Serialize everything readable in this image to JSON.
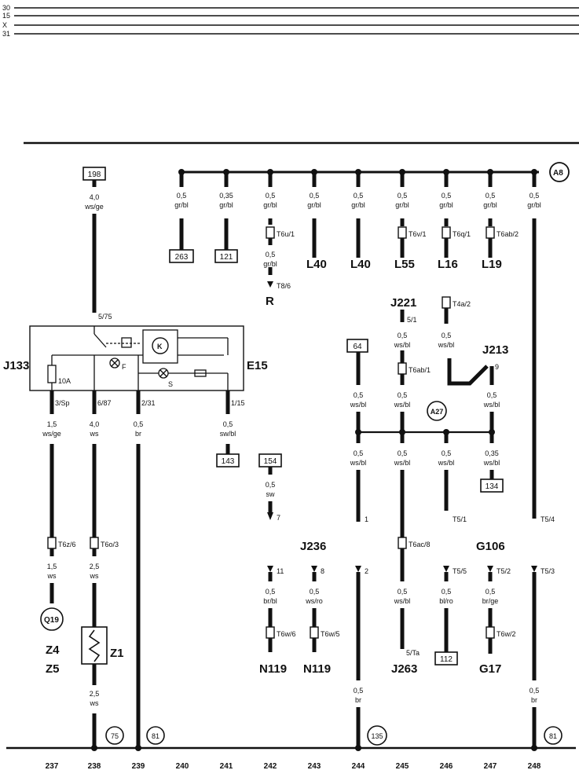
{
  "rail_labels": [
    "30",
    "15",
    "X",
    "31"
  ],
  "terminal_boxes": {
    "t198": "198",
    "t263": "263",
    "t121": "121",
    "t64": "64",
    "t143": "143",
    "t154": "154",
    "t134": "134",
    "t112": "112"
  },
  "circle_labels": {
    "a8": "A8",
    "a27": "A27",
    "q19": "Q19",
    "c75": "75",
    "c81a": "81",
    "c135": "135",
    "c81b": "81"
  },
  "component_labels": {
    "j133": "J133",
    "e15": "E15",
    "j221": "J221",
    "j213": "J213",
    "j236": "J236",
    "g106": "G106",
    "g17": "G17",
    "j263": "J263",
    "n119a": "N119",
    "n119b": "N119",
    "z4": "Z4",
    "z5": "Z5",
    "z1": "Z1",
    "r": "R",
    "l40a": "L40",
    "l40b": "L40",
    "l55": "L55",
    "l16": "L16",
    "l19": "L19",
    "k": "K",
    "f": "F",
    "s": "S",
    "fuse": "10A"
  },
  "wire_labels": {
    "w198": [
      "4,0",
      "ws/ge"
    ],
    "a8_1": [
      "0,5",
      "gr/bl"
    ],
    "a8_2": [
      "0,35",
      "gr/bl"
    ],
    "a8_3": [
      "0,5",
      "gr/bl"
    ],
    "a8_4": [
      "0,5",
      "gr/bl"
    ],
    "a8_5": [
      "0,5",
      "gr/bl"
    ],
    "a8_6": [
      "0,5",
      "gr/bl"
    ],
    "a8_7": [
      "0,5",
      "gr/bl"
    ],
    "a8_8": [
      "0,5",
      "gr/bl"
    ],
    "a8_9": [
      "0,5",
      "gr/bl"
    ],
    "r_lower": [
      "0,5",
      "gr/bl"
    ],
    "j133_1": [
      "1,5",
      "ws/ge"
    ],
    "j133_2": [
      "4,0",
      "ws"
    ],
    "j133_3": [
      "0,5",
      "br"
    ],
    "j133_4": [
      "0,5",
      "sw/bl"
    ],
    "q19_lower": [
      "1,5",
      "ws"
    ],
    "z1_upper": [
      "2,5",
      "ws"
    ],
    "z1_lower": [
      "2,5",
      "ws"
    ],
    "w154": [
      "0,5",
      "sw"
    ],
    "w64": [
      "0,5",
      "ws/bl"
    ],
    "j221_w": [
      "0,5",
      "ws/bl"
    ],
    "t4a_w": [
      "0,5",
      "ws/bl"
    ],
    "j213_w": [
      "0,5",
      "ws/bl"
    ],
    "a27_1": [
      "0,5",
      "ws/bl"
    ],
    "a27_2": [
      "0,5",
      "ws/bl"
    ],
    "a27_3": [
      "0,5",
      "ws/bl"
    ],
    "a27_4": [
      "0,35",
      "ws/bl"
    ],
    "n119a_w": [
      "0,5",
      "br/bl"
    ],
    "n119b_w": [
      "0,5",
      "ws/ro"
    ],
    "j263_w": [
      "0,5",
      "ws/bl"
    ],
    "w112": [
      "0,5",
      "bl/ro"
    ],
    "g17_w": [
      "0,5",
      "br/ge"
    ],
    "gnd135": [
      "0,5",
      "br"
    ],
    "gnd81": [
      "0,5",
      "br"
    ]
  },
  "connector_labels": {
    "t6u1": "T6u/1",
    "t8_6": "T8/6",
    "t6v1": "T6v/1",
    "t6q1": "T6q/1",
    "t6ab2": "T6ab/2",
    "t5_75": "5/75",
    "t3sp": "3/Sp",
    "t6_87": "6/87",
    "t2_31": "2/31",
    "t1_15": "1/15",
    "t6z6": "T6z/6",
    "t6o3": "T6o/3",
    "t7": "7",
    "t5_1a": "5/1",
    "t4a2": "T4a/2",
    "t6ab1": "T6ab/1",
    "t9": "9",
    "t1": "1",
    "t5_1b": "T5/1",
    "t5_4": "T5/4",
    "t11": "11",
    "t8": "8",
    "t2": "2",
    "t6ac8": "T6ac/8",
    "t5_5": "T5/5",
    "t5_2": "T5/2",
    "t5_3": "T5/3",
    "t6w6": "T6w/6",
    "t6w5": "T6w/5",
    "t5_ta": "5/Ta",
    "t6w2": "T6w/2"
  },
  "bottom_numbers": [
    "237",
    "238",
    "239",
    "240",
    "241",
    "242",
    "243",
    "244",
    "245",
    "246",
    "247",
    "248"
  ]
}
